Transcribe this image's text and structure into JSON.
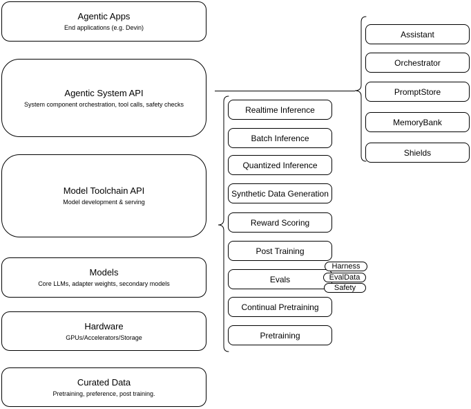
{
  "diagram": {
    "layers": [
      {
        "title": "Agentic Apps",
        "subtitle": "End applications (e.g. Devin)"
      },
      {
        "title": "Agentic System API",
        "subtitle": "System component orchestration, tool calls, safety checks"
      },
      {
        "title": "Model Toolchain API",
        "subtitle": "Model development & serving"
      },
      {
        "title": "Models",
        "subtitle": "Core LLMs, adapter weights, secondary models"
      },
      {
        "title": "Hardware",
        "subtitle": "GPUs/Accelerators/Storage"
      },
      {
        "title": "Curated Data",
        "subtitle": "Pretraining, preference, post training."
      }
    ],
    "toolchain_capabilities": [
      "Realtime Inference",
      "Batch Inference",
      "Quantized Inference",
      "Synthetic Data Generation",
      "Reward Scoring",
      "Post Training",
      "Evals",
      "Continual Pretraining",
      "Pretraining"
    ],
    "evals_tags": [
      "Harness",
      "EvalData",
      "Safety"
    ],
    "system_components": [
      "Assistant",
      "Orchestrator",
      "PromptStore",
      "MemoryBank",
      "Shields"
    ],
    "colors": {
      "stroke": "#000000",
      "background": "#ffffff",
      "text": "#000000"
    }
  }
}
